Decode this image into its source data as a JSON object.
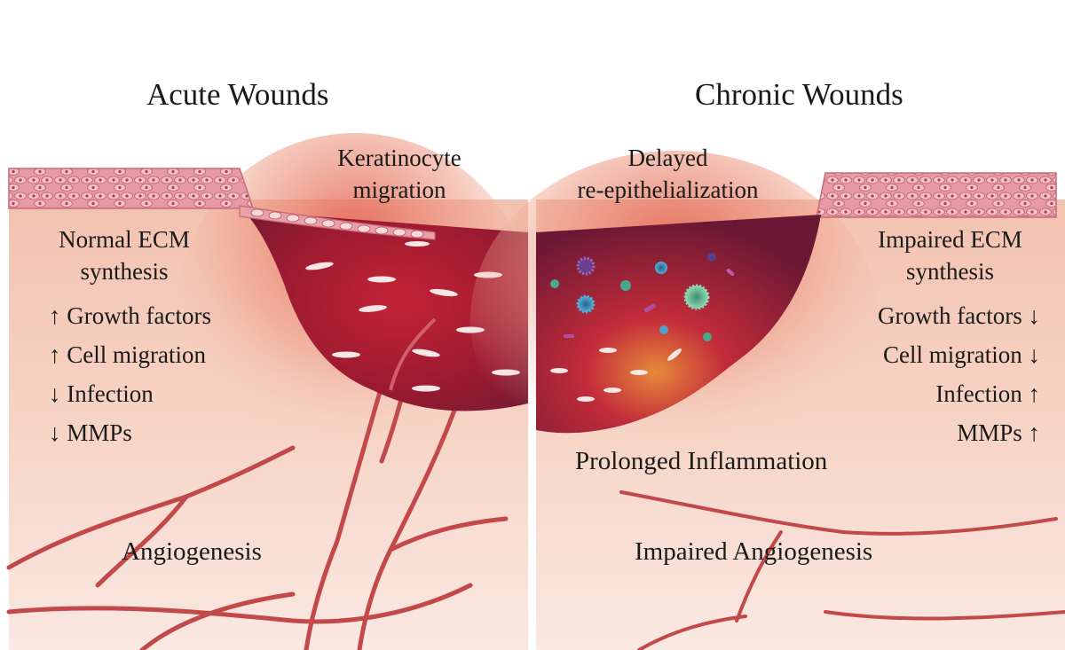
{
  "acute": {
    "title": "Acute Wounds",
    "migration_label": [
      "Keratinocyte",
      "migration"
    ],
    "ecm_label": [
      "Normal ECM",
      "synthesis"
    ],
    "factors": [
      "↑ Growth factors",
      "↑ Cell migration",
      "↓ Infection",
      "↓ MMPs"
    ],
    "angiogenesis_label": "Angiogenesis"
  },
  "chronic": {
    "title": "Chronic Wounds",
    "reepithelialization_label": [
      "Delayed",
      "re-epithelialization"
    ],
    "ecm_label": [
      "Impaired ECM",
      "synthesis"
    ],
    "factors": [
      "Growth factors ↓",
      "Cell migration ↓",
      "Infection ↑",
      "MMPs ↑"
    ],
    "inflammation_label": "Prolonged Inflammation",
    "angiogenesis_label": "Impaired Angiogenesis"
  },
  "colors": {
    "skin": "#f6d2c4",
    "wound_bed": "#8c1c30",
    "vessel": "#c2484a",
    "epidermis": "#e9a0a8"
  }
}
